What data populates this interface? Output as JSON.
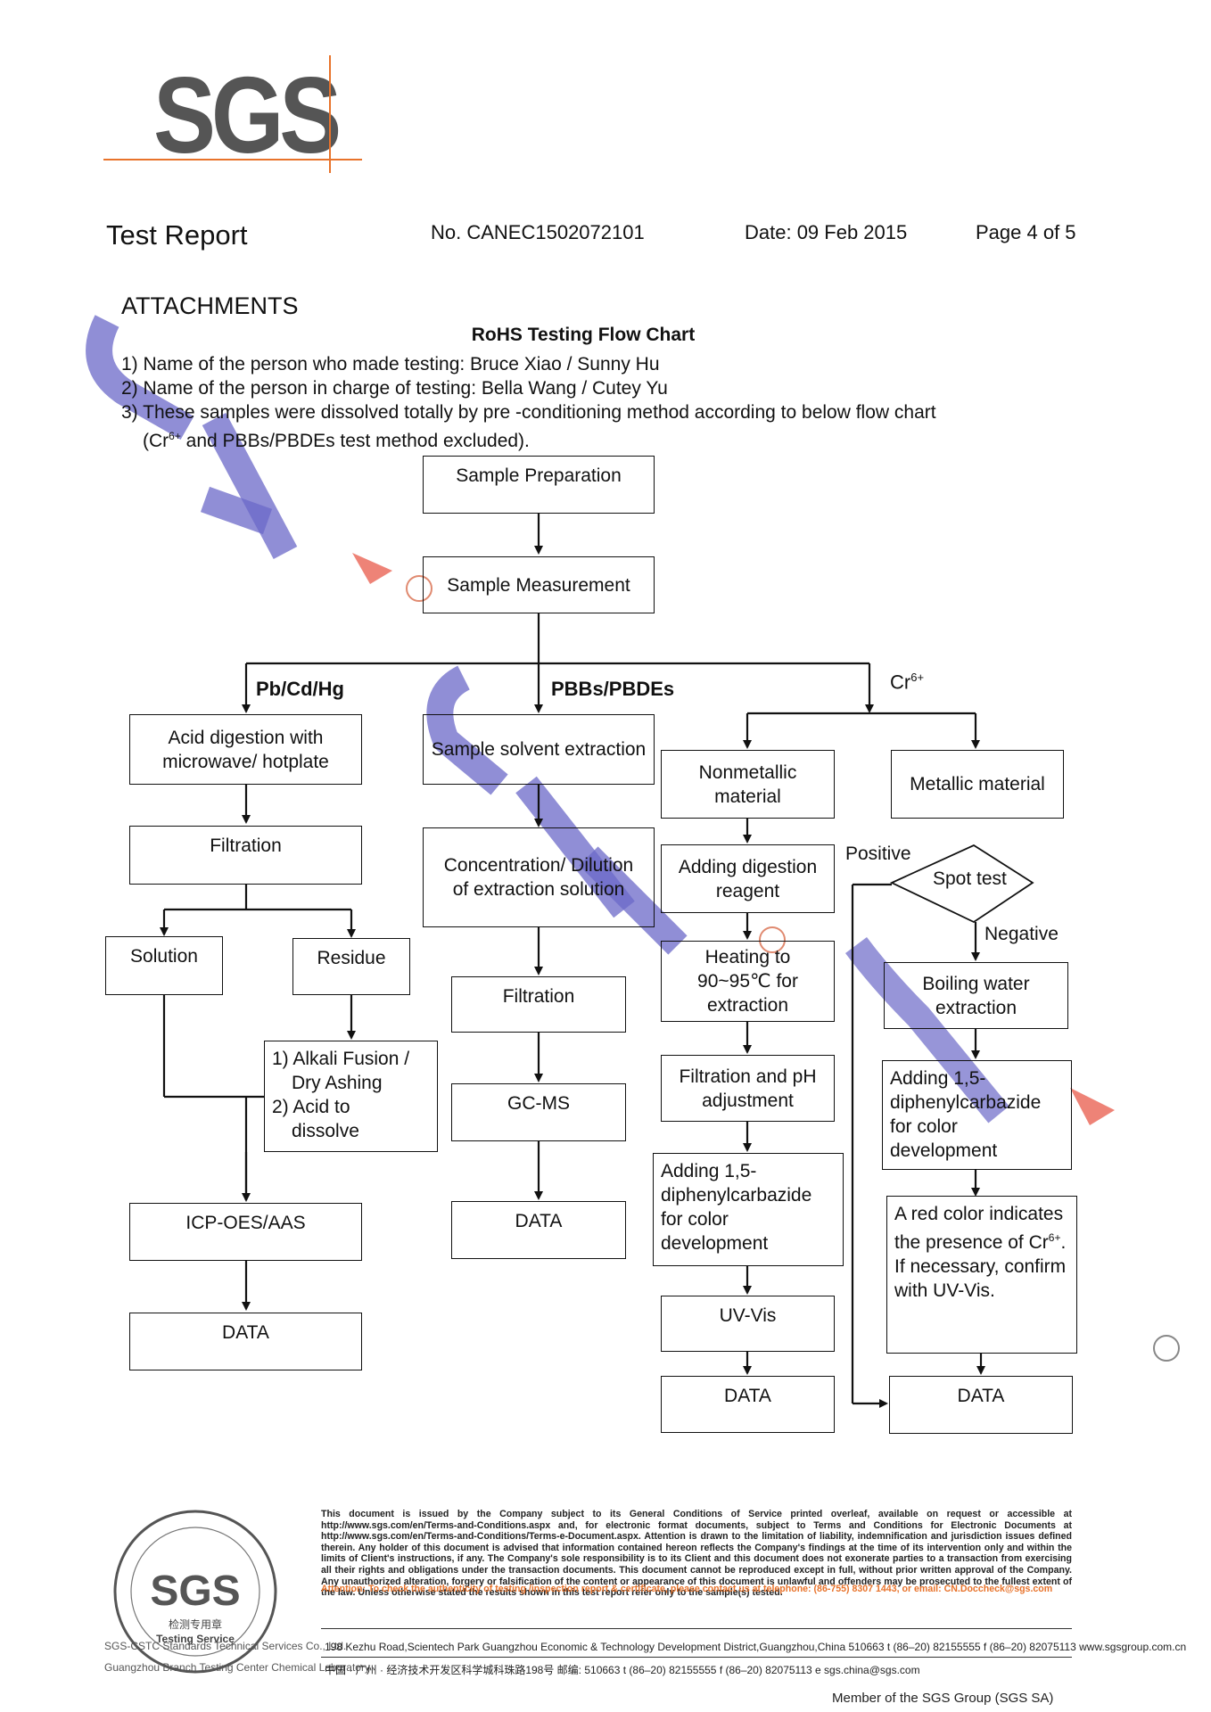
{
  "logo": {
    "text": "SGS"
  },
  "header": {
    "title": "Test Report",
    "number": "No. CANEC1502072101",
    "date": "Date: 09 Feb 2015",
    "page": "Page 4 of 5"
  },
  "attachments_label": "ATTACHMENTS",
  "chart_title": "RoHS Testing Flow Chart",
  "notes": {
    "n1": "1) Name of the person who made testing:  Bruce Xiao / Sunny Hu",
    "n2": "2) Name of the person in charge of testing:  Bella Wang / Cutey Yu",
    "n3": "3) These samples were dissolved totally by pre -conditioning method according to below flow chart",
    "n4_pre": "(Cr",
    "n4_sup": "6+",
    "n4_post": " and PBBs/PBDEs test method excluded)."
  },
  "flow": {
    "sample_prep": "Sample Preparation",
    "sample_meas": "Sample Measurement",
    "branch_pb": "Pb/Cd/Hg",
    "branch_pbb": "PBBs/PBDEs",
    "branch_cr": "Cr",
    "branch_cr_sup": "6+",
    "acid_digestion": "Acid digestion with microwave/ hotplate",
    "filtration1": "Filtration",
    "solution": "Solution",
    "residue": "Residue",
    "alkali_1": "1) Alkali Fusion /",
    "alkali_2": "Dry Ashing",
    "alkali_3": "2) Acid to",
    "alkali_4": "dissolve",
    "icp": "ICP-OES/AAS",
    "data1": "DATA",
    "solvent_extraction": "Sample solvent extraction",
    "concentration": "Concentration/ Dilution of extraction solution",
    "filtration2": "Filtration",
    "gcms": "GC-MS",
    "data2": "DATA",
    "nonmetallic": "Nonmetallic material",
    "digestion_reagent": "Adding digestion reagent",
    "heating": "Heating to 90~95℃  for extraction",
    "filtration_ph": "Filtration and pH adjustment",
    "adding_dpc1": "Adding 1,5-diphenylcarbazide for color development",
    "uvvis": "UV-Vis",
    "data3": "DATA",
    "metallic": "Metallic material",
    "spot_test": "Spot test",
    "positive": "Positive",
    "negative": "Negative",
    "boiling": "Boiling water extraction",
    "adding_dpc2": "Adding 1,5-diphenylcarbazide for color development",
    "red_pre": "A red color indicates the presence of Cr",
    "red_sup": "6+",
    "red_post": ". If necessary, confirm with UV-Vis.",
    "data4": "DATA"
  },
  "footer": {
    "disclaimer": "This document is issued by the Company subject to its General Conditions of Service printed overleaf, available on request or accessible at http://www.sgs.com/en/Terms-and-Conditions.aspx and, for electronic format documents, subject to Terms and Conditions for Electronic Documents at http://www.sgs.com/en/Terms-and-Conditions/Terms-e-Document.aspx. Attention is drawn to the limitation of liability, indemnification and jurisdiction issues defined therein. Any holder of this document is advised that information contained hereon reflects the Company's findings at the time of its intervention only and within the limits of Client's instructions, if any. The Company's sole responsibility is to its Client and this document does not exonerate parties to a transaction from exercising all their rights and obligations under the transaction documents. This document cannot be reproduced except in full, without prior written approval of the Company. Any unauthorized alteration, forgery or falsification of the content or appearance of this document is unlawful and offenders may be prosecuted to the fullest extent of the law. Unless otherwise stated the results shown in this test report refer only to the sample(s) tested.",
    "attention": "Attention: To check the authenticity of testing /inspection report & certificate, please contact us at telephone: (86-755) 8307 1443, or email: CN.Doccheck@sgs.com",
    "address_en": "198 Kezhu Road,Scientech Park Guangzhou Economic & Technology Development District,Guangzhou,China  510663   t (86–20) 82155555   f (86–20) 82075113     www.sgsgroup.com.cn",
    "address_cn": "中国 · 广州 · 经济技术开发区科学城科珠路198号                    邮编: 510663   t (86–20) 82155555   f (86–20) 82075113     e  sgs.china@sgs.com",
    "seal_left_1": "SGS-CSTC Standards Technical Services Co., Ltd.",
    "seal_left_2": "Guangzhou Branch Testing Center Chemical Laboratory",
    "seal_name": "SGS",
    "seal_cn": "检测专用章",
    "seal_en": "Testing Service",
    "member": "Member of the SGS Group (SGS SA)"
  }
}
